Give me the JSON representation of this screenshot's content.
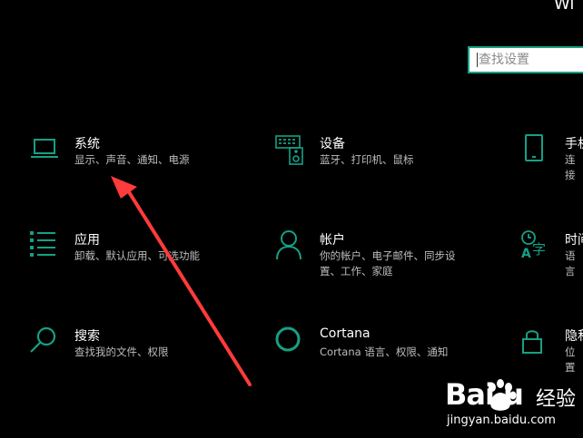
{
  "window": {
    "title_fragment": "Wi"
  },
  "search": {
    "placeholder": "查找设置",
    "value": ""
  },
  "accent": "#16a085",
  "tiles": [
    {
      "id": "system",
      "icon": "laptop-icon",
      "title": "系统",
      "desc": "显示、声音、通知、电源"
    },
    {
      "id": "devices",
      "icon": "keyboard-speaker-icon",
      "title": "设备",
      "desc": "蓝牙、打印机、鼠标"
    },
    {
      "id": "phone",
      "icon": "phone-icon",
      "title": "手机",
      "desc": "连接"
    },
    {
      "id": "apps",
      "icon": "apps-list-icon",
      "title": "应用",
      "desc": "卸载、默认应用、可选功能"
    },
    {
      "id": "accounts",
      "icon": "person-icon",
      "title": "帐户",
      "desc": "你的帐户、电子邮件、同步设置、工作、家庭"
    },
    {
      "id": "time",
      "icon": "time-language-icon",
      "title": "时间",
      "desc": "语言"
    },
    {
      "id": "search",
      "icon": "search-icon",
      "title": "搜索",
      "desc": "查找我的文件、权限"
    },
    {
      "id": "cortana",
      "icon": "cortana-ring-icon",
      "title": "Cortana",
      "desc": "Cortana 语言、权限、通知"
    },
    {
      "id": "privacy",
      "icon": "lock-icon",
      "title": "隐私",
      "desc": "位置"
    }
  ],
  "watermark": {
    "brand": "Bai  u",
    "product": "经验",
    "url": "jingyan.baidu.com"
  }
}
